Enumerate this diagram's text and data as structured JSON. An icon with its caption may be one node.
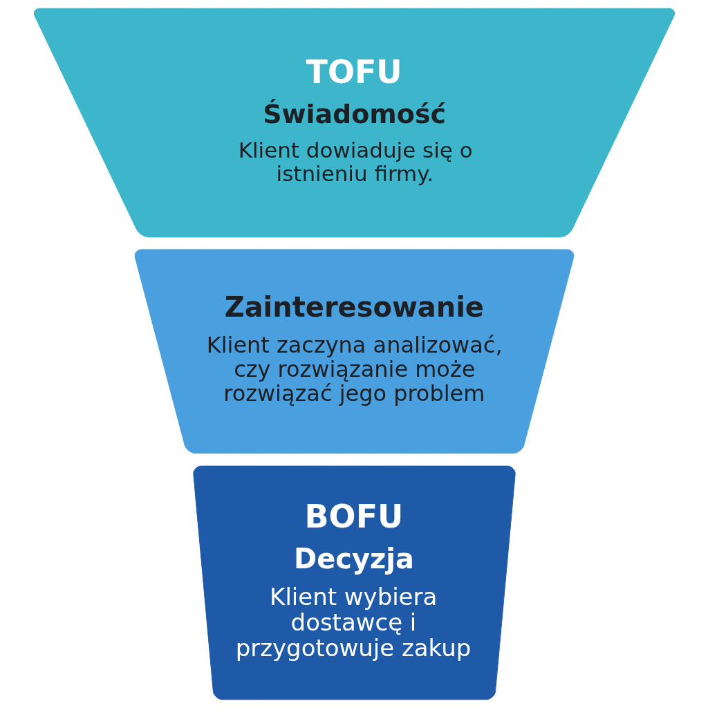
{
  "diagram": {
    "nodes": [
      {
        "text": [
          "TOFU",
          "Świadomość",
          "Klient dowiaduje się o istnieniu firmy."
        ]
      },
      {
        "text": [
          "Zainteresowanie",
          "Klient zaczyna analizować, czy rozwiązanie może rozwiązać jego problem"
        ]
      },
      {
        "text": [
          "BOFU",
          "Decyzja",
          "Klient wybiera dostawcę i przygotowuje zakup"
        ]
      }
    ]
  }
}
